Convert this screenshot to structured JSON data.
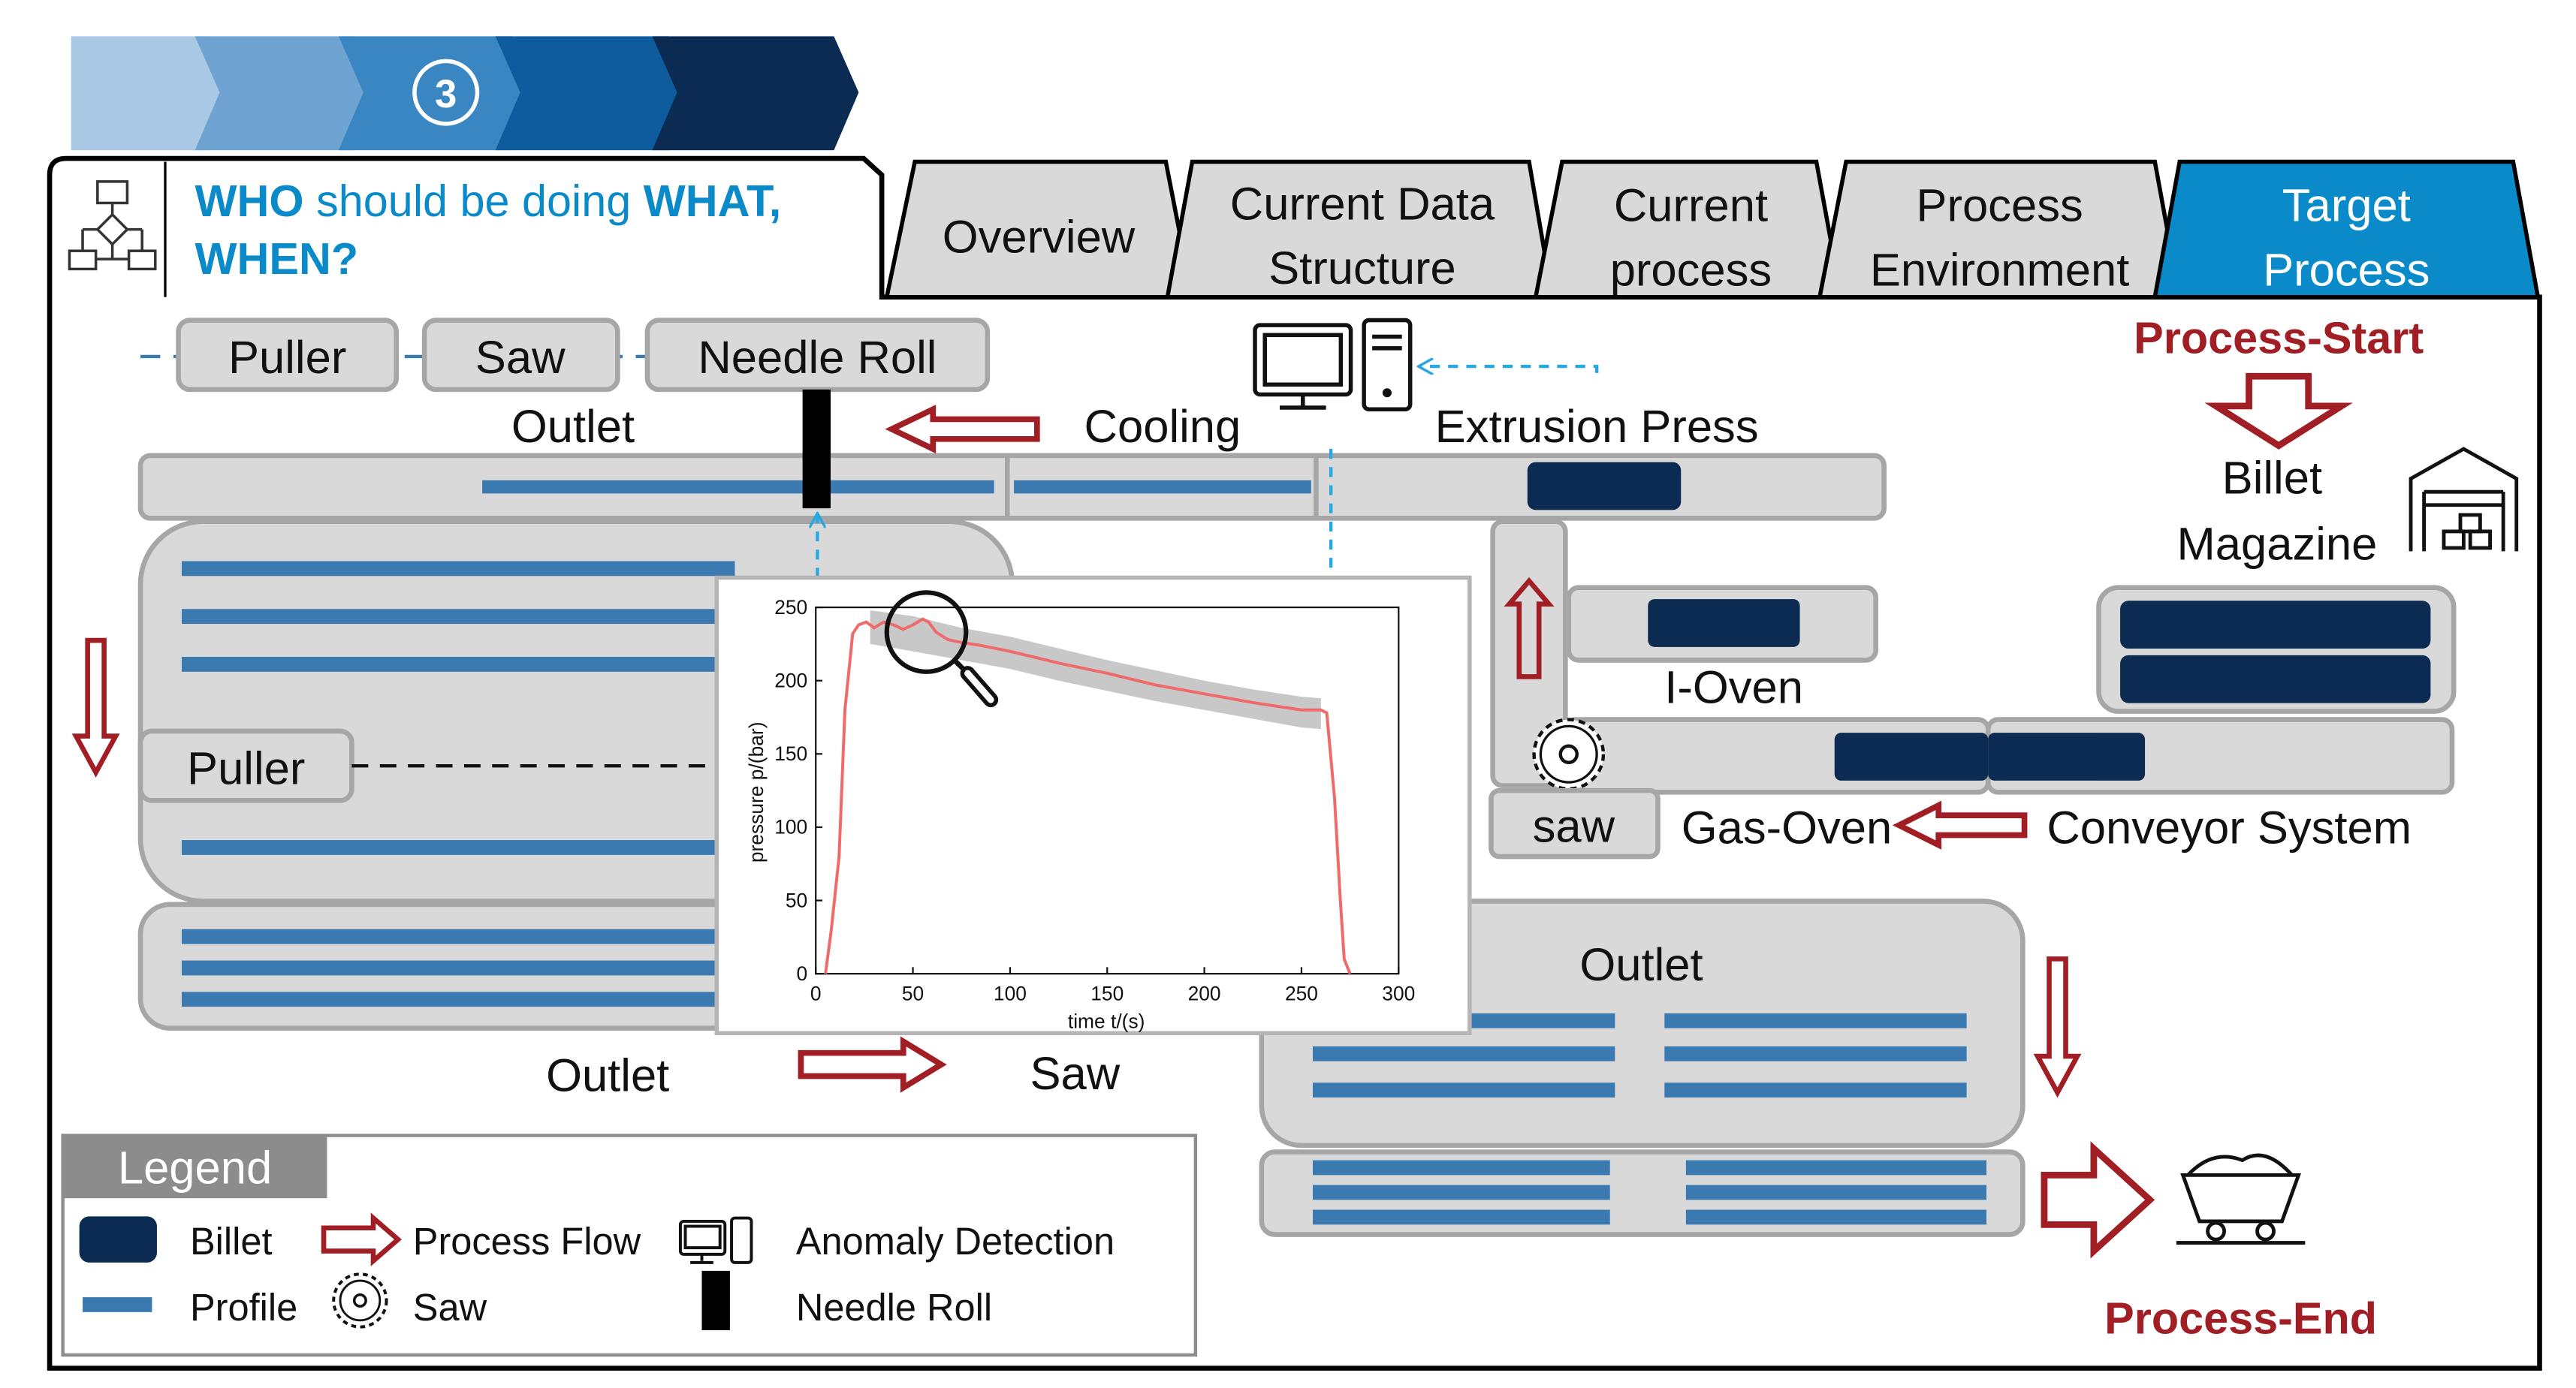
{
  "header": {
    "step_number": "3",
    "question_part1": "WHO",
    "question_part2": " should be doing ",
    "question_part3": "WHAT,",
    "question_part4": "WHEN?",
    "flowchart_icon": "flowchart-icon"
  },
  "tabs": [
    {
      "line1": "Overview",
      "line2": ""
    },
    {
      "line1": "Current Data",
      "line2": "Structure"
    },
    {
      "line1": "Current",
      "line2": "process"
    },
    {
      "line1": "Process",
      "line2": "Environment"
    },
    {
      "line1": "Target",
      "line2": "Process"
    }
  ],
  "active_tab": "Target Process",
  "diagram": {
    "top_machines": [
      "Puller",
      "Saw",
      "Needle Roll"
    ],
    "outlet_top": "Outlet",
    "cooling": "Cooling",
    "extrusion_press": "Extrusion Press",
    "process_start": "Process-Start",
    "billet_magazine_line1": "Billet",
    "billet_magazine_line2": "Magazine",
    "i_oven": "I-Oven",
    "puller_left": "Puller",
    "saw_small": "saw",
    "gas_oven": "Gas-Oven",
    "conveyor_system": "Conveyor System",
    "outlet_right": "Outlet",
    "outlet_bottom": "Outlet",
    "saw_bottom": "Saw",
    "process_end": "Process-End"
  },
  "legend": {
    "title": "Legend",
    "items": [
      {
        "label": "Billet",
        "icon": "billet-swatch"
      },
      {
        "label": "Process Flow",
        "icon": "process-flow-arrow-icon"
      },
      {
        "label": "Anomaly Detection",
        "icon": "computer-icon"
      },
      {
        "label": "Profile",
        "icon": "profile-swatch"
      },
      {
        "label": "Saw",
        "icon": "saw-blade-icon"
      },
      {
        "label": "Needle Roll",
        "icon": "needle-roll-swatch"
      }
    ]
  },
  "colors": {
    "brand_blue": "#0a8ac9",
    "dark_navy": "#0b2b52",
    "profile_blue": "#3b79b1",
    "flow_red": "#a01e24",
    "gray_box": "#d9d9d9",
    "gray_border": "#a6a6a6"
  },
  "chart_data": {
    "type": "line",
    "xlabel": "time t/(s)",
    "ylabel": "pressure p/(bar)",
    "xlim": [
      0,
      300
    ],
    "ylim": [
      0,
      250
    ],
    "xticks": [
      0,
      50,
      100,
      150,
      200,
      250,
      300
    ],
    "yticks": [
      0,
      50,
      100,
      150,
      200,
      250
    ],
    "series": [
      {
        "x": [
          5,
          8,
          12,
          15,
          19,
          22,
          26,
          30,
          35,
          40,
          45,
          50,
          55,
          58,
          62,
          68,
          75,
          85,
          100,
          125,
          150,
          175,
          200,
          225,
          250,
          260,
          263,
          267,
          270,
          272,
          275
        ],
        "y": [
          0,
          30,
          80,
          180,
          232,
          238,
          240,
          236,
          240,
          238,
          235,
          238,
          242,
          240,
          233,
          228,
          226,
          224,
          220,
          212,
          205,
          197,
          191,
          185,
          180,
          180,
          178,
          120,
          50,
          10,
          0
        ]
      }
    ],
    "band": {
      "x": [
        28,
        50,
        75,
        100,
        125,
        150,
        175,
        200,
        225,
        250,
        260
      ],
      "upper": [
        248,
        244,
        236,
        230,
        222,
        214,
        207,
        200,
        194,
        189,
        188
      ],
      "lower": [
        225,
        220,
        214,
        208,
        200,
        193,
        186,
        180,
        174,
        168,
        167
      ]
    },
    "grid": false
  }
}
